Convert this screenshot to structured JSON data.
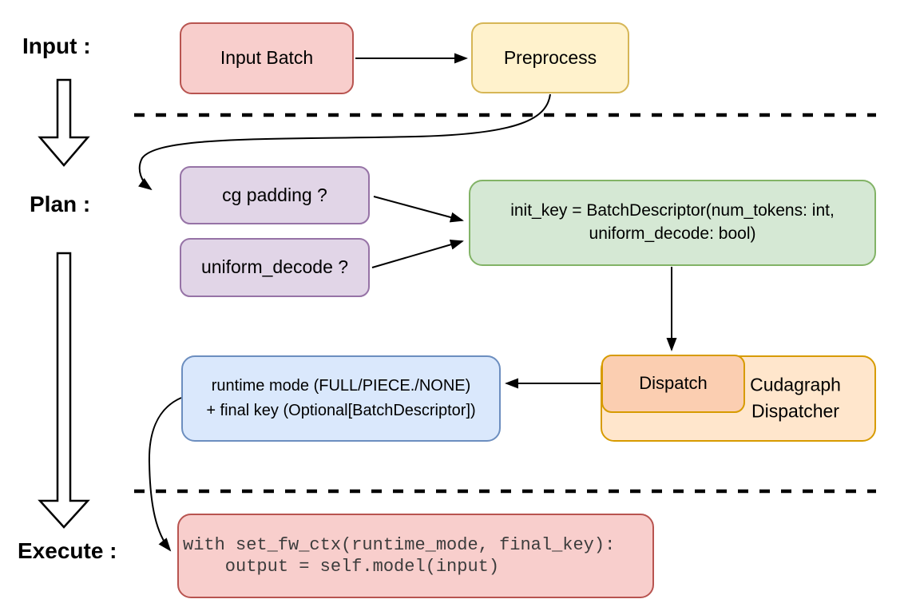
{
  "sections": {
    "input_label": "Input :",
    "plan_label": "Plan :",
    "execute_label": "Execute :"
  },
  "nodes": {
    "input_batch": {
      "label": "Input Batch"
    },
    "preprocess": {
      "label": "Preprocess"
    },
    "cg_padding": {
      "label": "cg padding ?"
    },
    "uniform_decode": {
      "label": "uniform_decode ?"
    },
    "init_key": {
      "line1": "init_key = BatchDescriptor(num_tokens: int,",
      "line2": "uniform_decode: bool)"
    },
    "runtime_mode": {
      "line1": "runtime mode (FULL/PIECE./NONE)",
      "line2": "+ final key (Optional[BatchDescriptor])"
    },
    "dispatch": {
      "label": "Dispatch"
    },
    "cudagraph_dispatcher": {
      "line1": "Cudagraph",
      "line2": "Dispatcher"
    },
    "execute_code": {
      "line1": "with set_fw_ctx(runtime_mode, final_key):",
      "line2": "    output = self.model(input)"
    }
  },
  "colors": {
    "red_fill": "#f8cecc",
    "red_stroke": "#b85450",
    "yellow_fill": "#fff2cc",
    "yellow_stroke": "#d6b656",
    "purple_fill": "#e1d5e7",
    "purple_stroke": "#9673a6",
    "green_fill": "#d5e8d4",
    "green_stroke": "#82b366",
    "blue_fill": "#dae8fc",
    "blue_stroke": "#6c8ebf",
    "orange_fill": "#ffe6cc",
    "orange_stroke": "#d79b00",
    "peach_fill": "#fbceb1",
    "connector": "#000000",
    "background": "#ffffff"
  }
}
